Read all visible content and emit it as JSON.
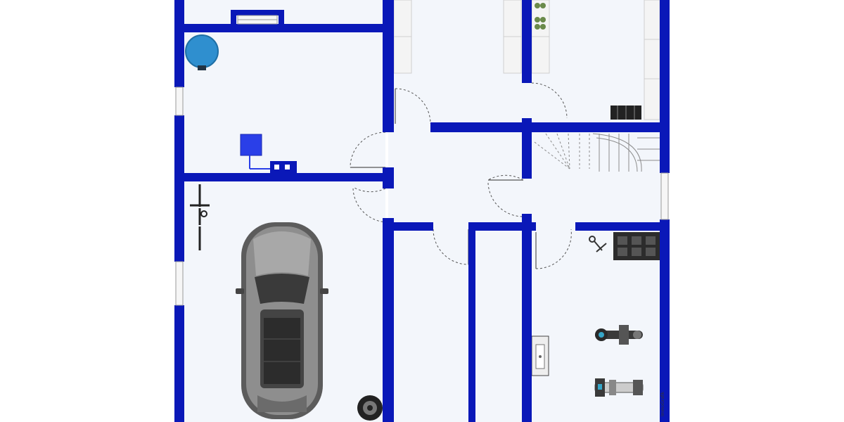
{
  "plan": {
    "credit_text": "ImmoGrafik",
    "wall_color": "#0a18b8",
    "floor_color": "#f3f6fb",
    "furniture": [
      "car",
      "bicycle",
      "tire",
      "water-tank",
      "boiler",
      "staircase",
      "shelving",
      "exercise-bike",
      "rowing-machine",
      "dumbbell-rack",
      "washbasin"
    ]
  }
}
